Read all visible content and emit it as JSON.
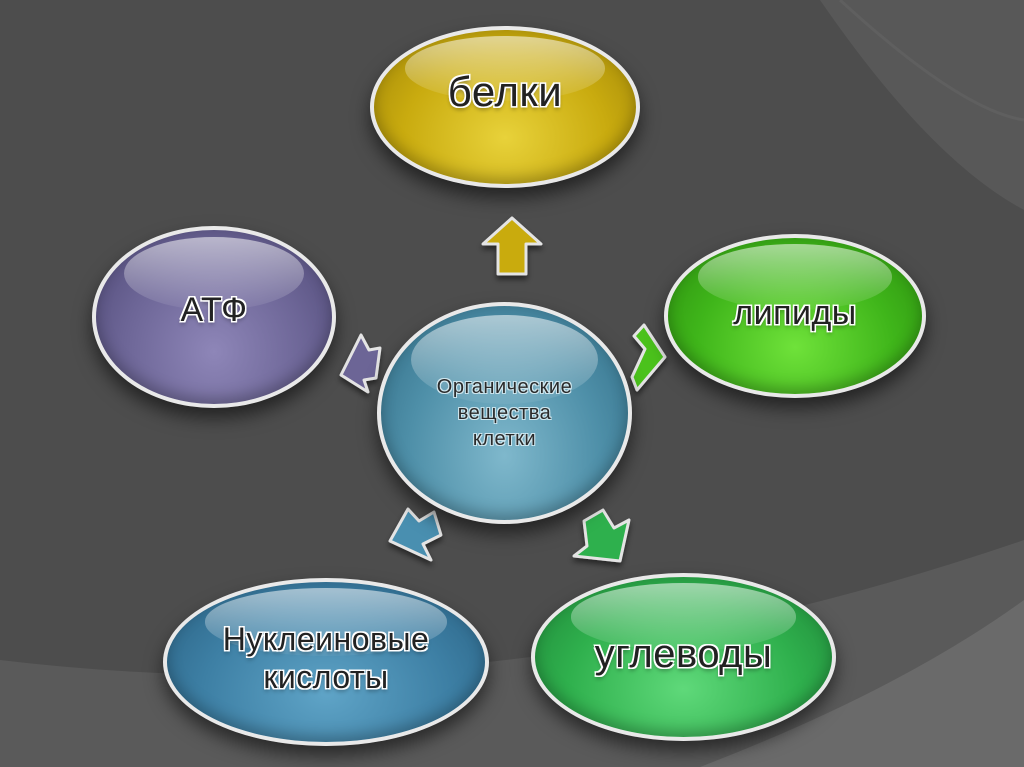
{
  "diagram": {
    "center": {
      "label": "Органические\nвещества\nклетки",
      "color": "#4e8fa8"
    },
    "nodes": [
      {
        "id": "top",
        "label": "белки",
        "color": "#c9ab0f"
      },
      {
        "id": "right",
        "label": "липиды",
        "color": "#3fb51a"
      },
      {
        "id": "bottomright",
        "label": "углеводы",
        "color": "#2fb04d"
      },
      {
        "id": "bottomleft",
        "label": "Нуклеиновые\nкислоты",
        "color": "#3d7fa4"
      },
      {
        "id": "left",
        "label": "АТФ",
        "color": "#6c6596"
      }
    ],
    "arrows": [
      {
        "to": "top",
        "color": "#c9ab0f"
      },
      {
        "to": "right",
        "color": "#4cc21e"
      },
      {
        "to": "bottomright",
        "color": "#2fb04d"
      },
      {
        "to": "bottomleft",
        "color": "#4a8fb0"
      },
      {
        "to": "left",
        "color": "#6c6596"
      }
    ],
    "background": {
      "base": "#4d4d4d",
      "band": "#5e5e5e",
      "corner": "#6a6a6a"
    }
  }
}
